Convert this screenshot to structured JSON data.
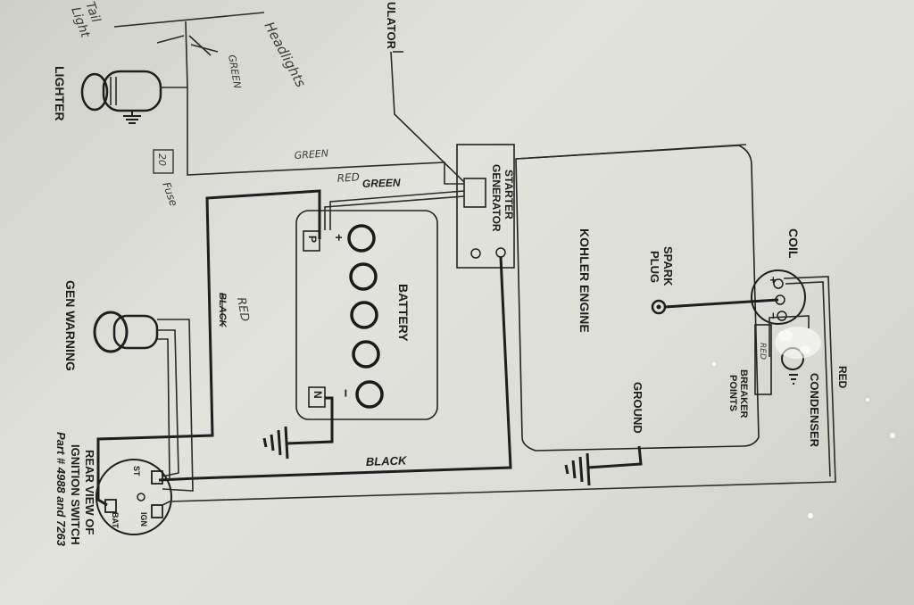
{
  "printed": {
    "regulator": "ULATOR",
    "lighter": "LIGHTER",
    "starter_generator_line1": "STARTER",
    "starter_generator_line2": "GENERATOR",
    "battery": "BATTERY",
    "battery_plus": "+",
    "battery_minus": "−",
    "battery_terminal_pos": "P",
    "battery_terminal_neg": "N",
    "kohler_engine": "KOHLER ENGINE",
    "spark_plug_line1": "SPARK",
    "spark_plug_line2": "PLUG",
    "coil": "COIL",
    "coil_plus": "+",
    "coil_minus": "−",
    "ground": "GROUND",
    "breaker_points_line1": "BREAKER",
    "breaker_points_line2": "POINTS",
    "condenser": "CONDENSER",
    "red_wire": "RED",
    "black_wire": "BLACK",
    "green_wire_printed": "GREEN",
    "black_crossed": "BLACK",
    "gen_warning": "GEN WARNING",
    "ignition_title_line1": "REAR VIEW OF",
    "ignition_title_line2": "IGNITION SWITCH",
    "ignition_part": "Part # 4988 and 7263",
    "switch_st": "ST",
    "switch_bat": "BAT",
    "switch_ign": "IGN"
  },
  "handwritten": {
    "tail_light_line1": "Tail",
    "tail_light_line2": "Light",
    "headlights": "Headlights",
    "green_1": "GREEN",
    "green_2": "GREEN",
    "fuse_amps": "20",
    "fuse": "Fuse",
    "red_1": "RED",
    "red_2": "RED",
    "red_3": "RED"
  },
  "colors": {
    "paper": "#d9dad3",
    "ink": "#1e1e1e",
    "pencil": "#3a3a3a",
    "glare": "#ffffff"
  }
}
